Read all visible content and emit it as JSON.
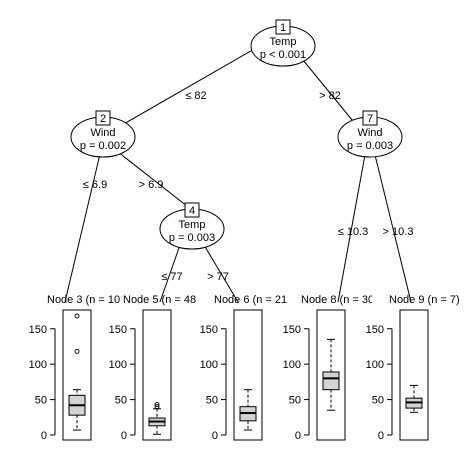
{
  "inner_nodes": [
    {
      "id": "1",
      "var": "Temp",
      "p": "p < 0.001"
    },
    {
      "id": "2",
      "var": "Wind",
      "p": "p = 0.002"
    },
    {
      "id": "7",
      "var": "Wind",
      "p": "p = 0.003"
    },
    {
      "id": "4",
      "var": "Temp",
      "p": "p = 0.003"
    }
  ],
  "edges": [
    {
      "label": "≤ 82"
    },
    {
      "label": "> 82"
    },
    {
      "label": "≤ 6.9"
    },
    {
      "label": "> 6.9"
    },
    {
      "label": "≤ 77"
    },
    {
      "label": "> 77"
    },
    {
      "label": "≤ 10.3"
    },
    {
      "label": "> 10.3"
    }
  ],
  "terminal_nodes": [
    {
      "title": "Node 3 (n = 10",
      "box": {
        "min": 7,
        "q1": 28,
        "median": 42,
        "q3": 56,
        "max": 64
      },
      "outliers": [
        118,
        168
      ]
    },
    {
      "title": "Node 5 (n = 48",
      "box": {
        "min": 1,
        "q1": 13,
        "median": 19,
        "q3": 24,
        "max": 37
      },
      "outliers": [
        40,
        43
      ]
    },
    {
      "title": "Node 6 (n = 21",
      "box": {
        "min": 7,
        "q1": 20,
        "median": 31,
        "q3": 40,
        "max": 64
      },
      "outliers": []
    },
    {
      "title": "Node 8 (n = 30",
      "box": {
        "min": 35,
        "q1": 64,
        "median": 80,
        "q3": 89,
        "max": 135
      },
      "outliers": []
    },
    {
      "title": "Node 9 (n = 7)",
      "box": {
        "min": 32,
        "q1": 38,
        "median": 46,
        "q3": 52,
        "max": 70
      },
      "outliers": []
    }
  ],
  "y_axis": {
    "min": 0,
    "max": 168,
    "ticks": [
      "0",
      "50",
      "100",
      "150"
    ]
  }
}
